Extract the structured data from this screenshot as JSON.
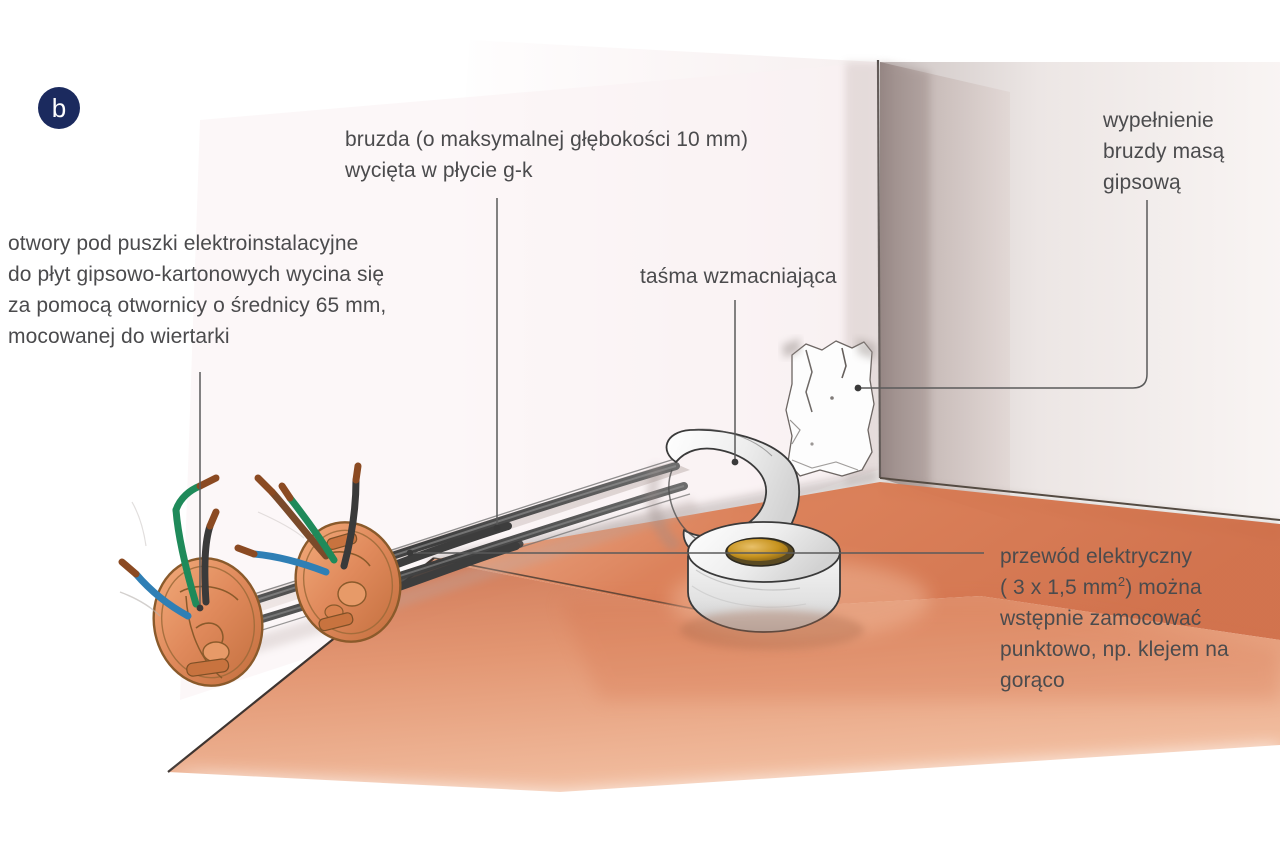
{
  "figure": {
    "badge_label": "b",
    "badge_color": "#1b2a5e",
    "text_color": "#4b4b4d",
    "background_color": "#ffffff"
  },
  "annotations": {
    "bruzda": "bruzda (o maksymalnej głębokości 10 mm)\nwycięta w płycie g-k",
    "otwory": "otwory pod puszki elektroinstalacyjne\ndo płyt gipsowo-kartonowych wycina się\nza pomocą otwornicy o średnicy 65 mm,\nmocowanej do wiertarki",
    "tasma": "taśma wzmacniająca",
    "wypelnienie": "wypełnienie\nbruzdy masą\ngipsową",
    "przewod_line1": "przewód elektryczny",
    "przewod_line2_a": "( 3 x 1,5 mm",
    "przewod_line2_sup": "2",
    "przewod_line2_b": ") można",
    "przewod_rest": "wstępnie zamocować\npunktowo, np. klejem na\ngorąco"
  },
  "scene": {
    "colors": {
      "wall_tint": "#f7eef0",
      "wall_shadow": "#b9aaa8",
      "floor": "#d4704a",
      "floor_light": "#eda183",
      "box_body": "#e08a5c",
      "box_outline": "#8a5a2b",
      "tape_white": "#f2f2f2",
      "tape_outline": "#3a3a3a",
      "tape_core": "#c8941f",
      "cable_dark": "#4a4a4a",
      "wire_green": "#1f8a5a",
      "wire_blue": "#2f7fb5",
      "wire_brown": "#7a4a2a",
      "gypsum_patch": "#fdfdfd",
      "leader_line": "#5a5a5a"
    },
    "elements": [
      {
        "name": "wall-corner",
        "label": "ściana narożnik"
      },
      {
        "name": "gypsum-patch",
        "label": "wypełnienie gipsowe"
      },
      {
        "name": "reinforcing-tape-roll",
        "label": "rolka taśmy wzmacniającej"
      },
      {
        "name": "chase-groove",
        "label": "bruzda z przewodem"
      },
      {
        "name": "electrical-box-left",
        "label": "puszka elektroinstalacyjna lewa"
      },
      {
        "name": "electrical-box-right",
        "label": "puszka elektroinstalacyjna prawa"
      },
      {
        "name": "floor-band",
        "label": "podłoga"
      }
    ]
  }
}
